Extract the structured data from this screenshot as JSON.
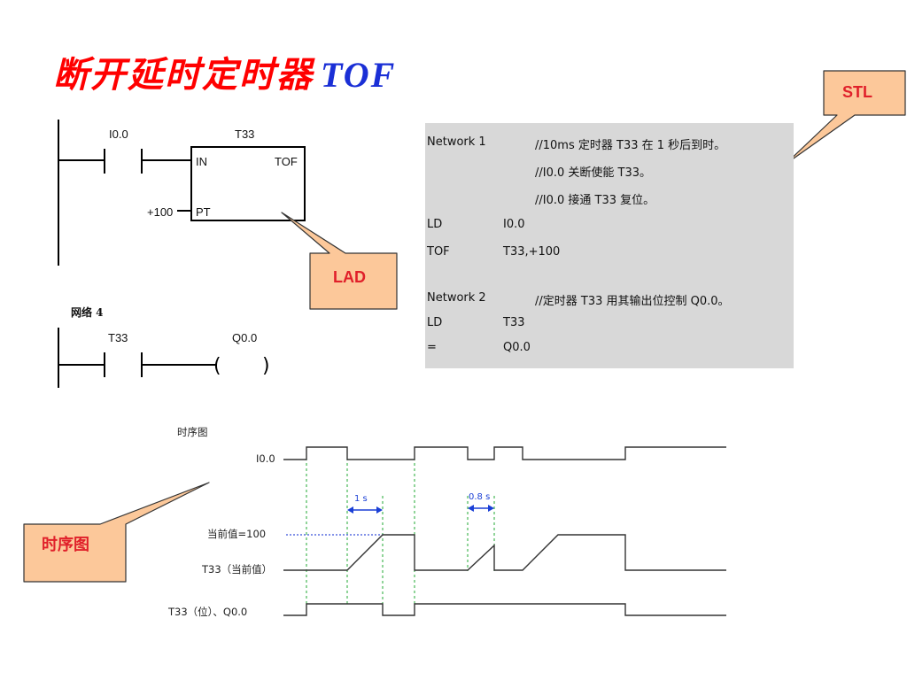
{
  "slide": {
    "title": "断开延时定时器",
    "title_suffix": "TOF"
  },
  "ladder": {
    "contact1_label": "I0.0",
    "timer_label": "T33",
    "timer_in": "IN",
    "timer_type": "TOF",
    "timer_pt": "PT",
    "preset": "+100",
    "network_label": "网络 4",
    "contact2_label": "T33",
    "coil_label": "Q0.0",
    "coil_open": "(",
    "coil_close": ")"
  },
  "callouts": {
    "stl": "STL",
    "lad": "LAD",
    "timing": "时序图"
  },
  "stl": {
    "lines": [
      {
        "col1": "Network 1",
        "col2": "",
        "comment": "//10ms 定时器 T33 在 1 秒后到时。"
      },
      {
        "col1": "",
        "col2": "",
        "comment": "//I0.0 关断使能 T33。"
      },
      {
        "col1": "",
        "col2": "",
        "comment": "//I0.0 接通 T33 复位。"
      },
      {
        "col1": "LD",
        "col2": "I0.0",
        "comment": ""
      },
      {
        "col1": "TOF",
        "col2": "T33,+100",
        "comment": ""
      },
      {
        "col1": "Network 2",
        "col2": "",
        "comment": "//定时器 T33 用其输出位控制 Q0.0。"
      },
      {
        "col1": "LD",
        "col2": "T33",
        "comment": ""
      },
      {
        "col1": "=",
        "col2": "Q0.0",
        "comment": ""
      }
    ]
  },
  "timing": {
    "title": "时序图",
    "signal_i00": "I0.0",
    "preset_label": "当前值=100",
    "signal_t33_value": "T33（当前值）",
    "signal_t33_bit": "T33（位）、Q0.0",
    "interval1": "1 s",
    "interval2": "0.8 s",
    "colors": {
      "dashed_green": "#22aa33",
      "arrow_blue": "#1a3fd6",
      "preset_dotted": "#5a6ee0"
    }
  }
}
